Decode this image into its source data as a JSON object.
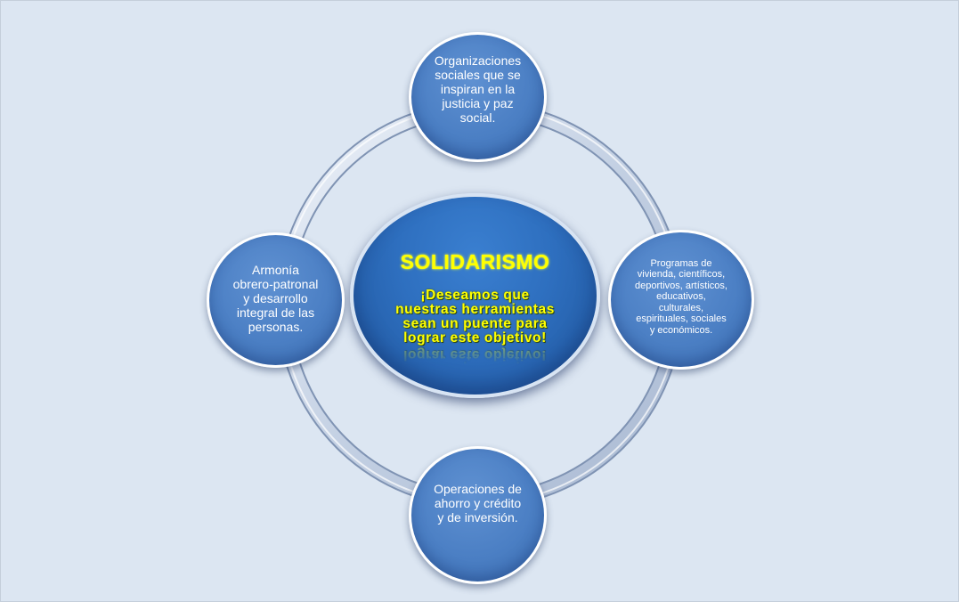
{
  "diagram": {
    "center": {
      "title": "SOLIDARISMO",
      "message_lines": [
        "¡Deseamos que",
        "nuestras herramientas",
        "sean un puente para",
        "lograr este objetivo!"
      ]
    },
    "nodes": {
      "top": {
        "lines": [
          "Organizaciones",
          "sociales que se",
          "inspiran en la",
          "justicia y paz",
          "social."
        ]
      },
      "right": {
        "lines": [
          "Programas de",
          "vivienda, científicos,",
          "deportivos, artísticos,",
          "educativos,",
          "culturales,",
          "espirituales, sociales",
          "y económicos."
        ]
      },
      "bottom": {
        "lines": [
          "Operaciones de",
          "ahorro y crédito",
          "y de inversión."
        ]
      },
      "left": {
        "lines": [
          "Armonía",
          "obrero-patronal",
          "y desarrollo",
          "integral de las",
          "personas."
        ]
      }
    },
    "colors": {
      "background": "#dce6f2",
      "node_fill": "#4b7fc4",
      "center_fill": "#2e6fbf",
      "center_text": "#ffff00",
      "ring": "#c8d4e6"
    }
  }
}
